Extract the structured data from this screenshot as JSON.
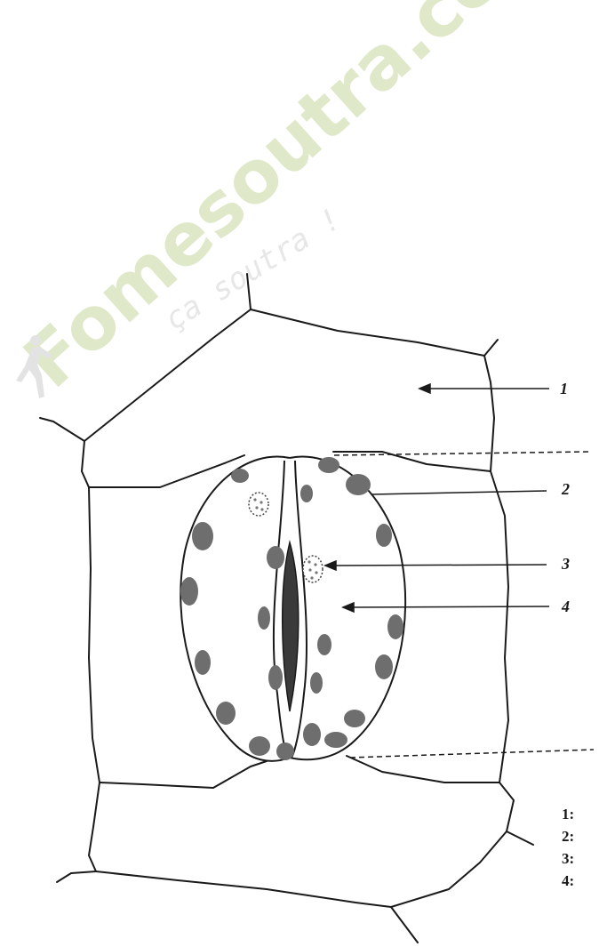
{
  "watermark": {
    "brand": "Fomesoutra.com",
    "slogan": "ça soutra !"
  },
  "labels": [
    {
      "number": "1"
    },
    {
      "number": "2"
    },
    {
      "number": "3"
    },
    {
      "number": "4"
    }
  ],
  "legend": {
    "items": [
      "1:",
      "2:",
      "3:",
      "4:"
    ]
  },
  "colors": {
    "line": "#1a1a1a",
    "chloroplast": "#6e6e6e",
    "watermark_green": "#dfe9c9"
  }
}
